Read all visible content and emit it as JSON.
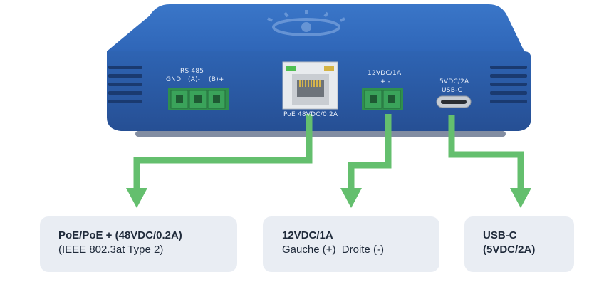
{
  "device": {
    "brand_text": "",
    "labels": {
      "rs485": "RS 485",
      "gnd": "GND",
      "a_minus": "(A)-",
      "b_plus": "(B)+",
      "dc_in": "12VDC/1A",
      "dc_polarity": "+ -",
      "usb_in": "5VDC/2A",
      "usb_type": "USB-C",
      "poe": "PoE 48VDC/0.2A"
    }
  },
  "cards": {
    "poe": {
      "title": "PoE/PoE + (48VDC/0.2A)",
      "subtitle": "(IEEE 802.3at Type 2)"
    },
    "dc": {
      "title": "12VDC/1A",
      "subtitle": "Gauche (+)  Droite (-)"
    },
    "usb": {
      "title_line1": "USB-C",
      "title_line2": "(5VDC/2A)"
    }
  },
  "colors": {
    "device_blue": "#2f66b8",
    "arrow_green": "#64bf6e",
    "terminal_green": "#3aa35a",
    "card_bg": "#e9edf3"
  }
}
